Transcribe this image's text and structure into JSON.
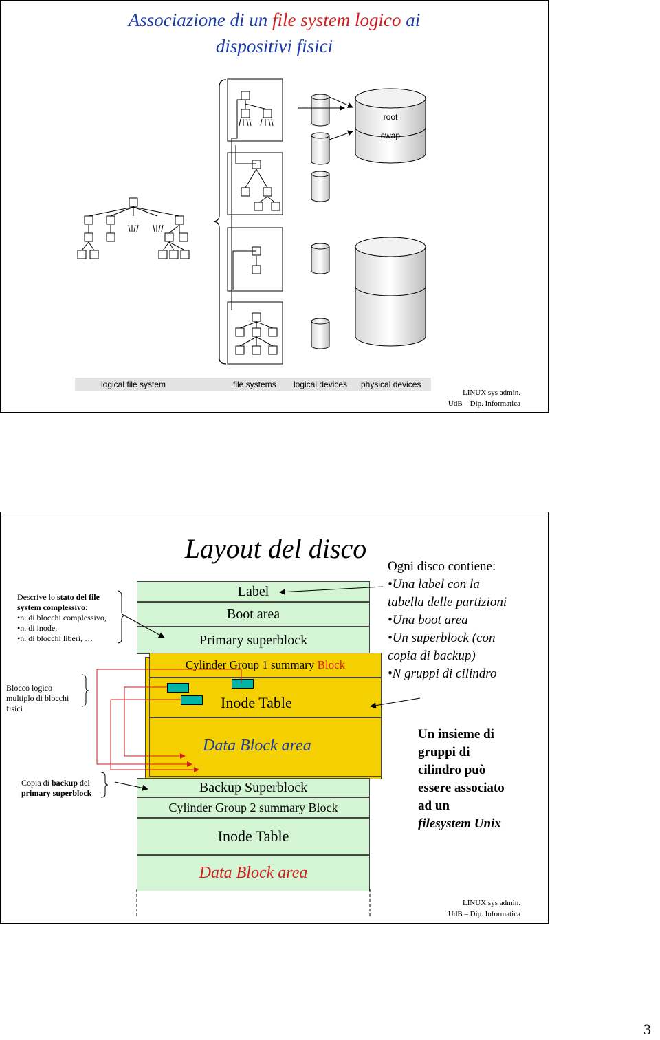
{
  "slide1": {
    "title_pre": "Associazione di un ",
    "title_hl": "file system logico",
    "title_post": " ai",
    "title_line2": "dispositivi fisici",
    "cyl_label_root": "root",
    "cyl_label_swap": "swap",
    "bar_logical_fs": "logical file system",
    "bar_file_systems": "file systems",
    "bar_logical_devices": "logical devices",
    "bar_physical_devices": "physical devices",
    "footer_line1": "LINUX sys admin.",
    "footer_line2": "UdB – Dip. Informatica",
    "colors": {
      "title": "#1e3ca8",
      "highlight": "#d21e1e"
    }
  },
  "slide2": {
    "title": "Layout del disco",
    "left": {
      "desc_line1_pre": "Descrive lo ",
      "desc_line1_bold": "stato del file",
      "desc_line2_bold": "system complessivo",
      "desc_line2_post": ":",
      "bullets": [
        "•n. di blocchi complessivo,",
        "•n. di inode,",
        "•n. di blocchi liberi, …"
      ],
      "blocco": [
        "Blocco logico",
        "multiplo di blocchi",
        "fisici"
      ],
      "copia_line1_pre": "Copia di ",
      "copia_line1_bold": "backup",
      "copia_line1_post": " del",
      "copia_line2_bold": "primary superblock"
    },
    "layers": {
      "label": "Label",
      "boot": "Boot area",
      "primary": "Primary superblock",
      "cg1_pre": "Cylinder Group 1 summary ",
      "cg1_hl": "Block",
      "inode1": "Inode Table",
      "data1": "Data Block area",
      "backup": "Backup Superblock",
      "cg2": "Cylinder Group 2 summary Block",
      "inode2": "Inode Table",
      "data2": "Data Block area"
    },
    "right": {
      "heading": "Ogni disco contiene:",
      "items": [
        "•Una label con la",
        "tabella delle partizioni",
        "•Una boot area",
        "•Un superblock (con",
        "copia di backup)",
        "•N gruppi di cilindro"
      ],
      "insieme": [
        "Un insieme di",
        "gruppi di",
        "cilindro può",
        "essere associato",
        "ad un"
      ],
      "insieme_it": "filesystem Unix"
    },
    "footer_line1": "LINUX sys admin.",
    "footer_line2": "UdB – Dip. Informatica",
    "colors": {
      "green": "#d3f5d3",
      "yellow": "#f5d000",
      "teal": "#00b5a5",
      "red": "#d21e1e"
    }
  },
  "page_number": "3"
}
